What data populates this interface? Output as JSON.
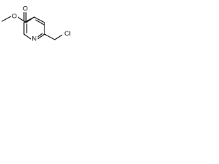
{
  "molecule": {
    "atoms": {
      "ester_o": "O",
      "ester_o_methyl": "O",
      "ring_n": "N",
      "chlorine": "Cl"
    }
  }
}
